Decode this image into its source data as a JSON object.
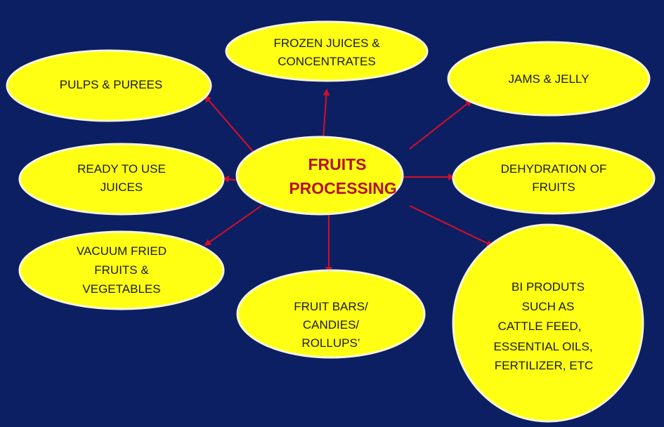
{
  "colors": {
    "background": "#0c1f62",
    "node_fill": "#ffff14",
    "center_text": "#b3121a",
    "arrow": "#c8102e"
  },
  "center": {
    "lines": [
      "FRUITS",
      "PROCESSING"
    ]
  },
  "nodes": [
    {
      "id": "frozen-juices",
      "lines": [
        "FROZEN JUICES &",
        "CONCENTRATES"
      ]
    },
    {
      "id": "pulps-purees",
      "lines": [
        "PULPS & PUREES"
      ]
    },
    {
      "id": "jams-jelly",
      "lines": [
        "JAMS & JELLY"
      ]
    },
    {
      "id": "ready-to-use-juices",
      "lines": [
        "READY TO  USE",
        "JUICES"
      ]
    },
    {
      "id": "dehydration",
      "lines": [
        "DEHYDRATION OF",
        "FRUITS"
      ]
    },
    {
      "id": "vacuum-fried",
      "lines": [
        "VACUUM FRIED",
        "FRUITS &",
        "VEGETABLES"
      ]
    },
    {
      "id": "fruit-bars",
      "lines": [
        "FRUIT BARS/",
        "CANDIES/",
        "ROLLUPS’"
      ]
    },
    {
      "id": "bi-products",
      "lines": [
        "BI PRODUTS",
        "SUCH AS",
        "CATTLE FEED,",
        "ESSENTIAL OILS,",
        "FERTILIZER, ETC"
      ]
    }
  ]
}
